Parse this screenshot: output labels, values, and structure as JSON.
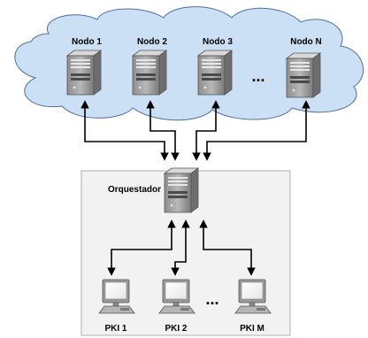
{
  "nodes": [
    {
      "label": "Nodo 1"
    },
    {
      "label": "Nodo 2"
    },
    {
      "label": "Nodo 3"
    },
    {
      "label": "Nodo N"
    }
  ],
  "node_ellipsis": "...",
  "orchestrator": {
    "label": "Orquestador"
  },
  "pkis": [
    {
      "label": "PKI 1"
    },
    {
      "label": "PKI 2"
    },
    {
      "label": "PKI M"
    }
  ],
  "pki_ellipsis": "...",
  "colors": {
    "cloud_fill": "#cce0f5",
    "cloud_stroke": "#4d6e9a",
    "box_fill": "#f2f2f2",
    "box_stroke": "#b0b0b0",
    "connector": "#000000"
  },
  "icons": {
    "server": "server-icon",
    "monitor": "monitor-icon"
  }
}
